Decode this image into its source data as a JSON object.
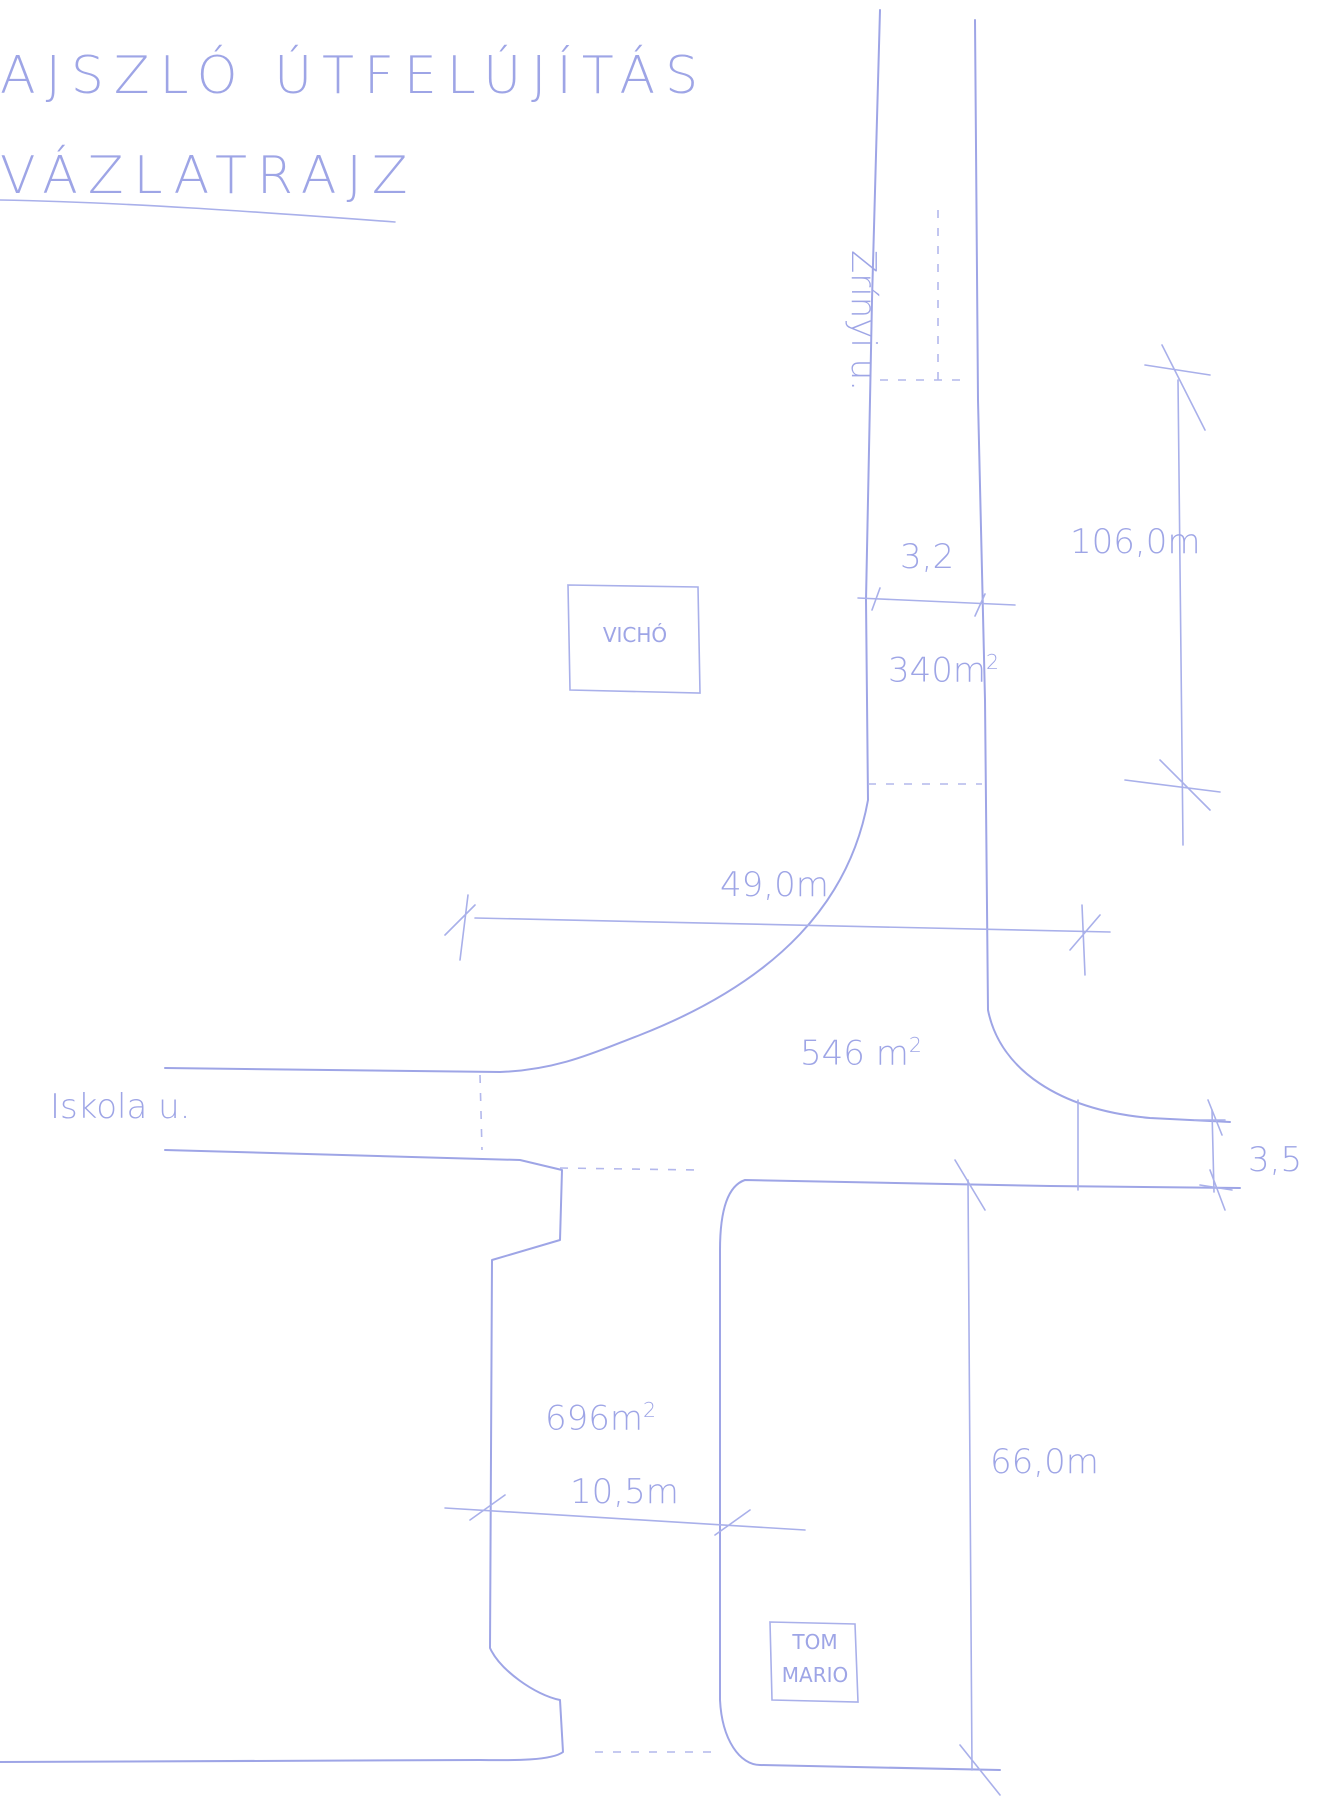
{
  "header": {
    "title_line1": "AJSZLÓ ÚTFELÚJÍTÁS",
    "title_line2": "VÁZLATRAJZ"
  },
  "streets": {
    "iskola": "Iskola u.",
    "vertical": "Zrínyi u."
  },
  "buildings": {
    "north": "VICHÓ",
    "south_line1": "TOM",
    "south_line2": "MARIO"
  },
  "dimensions": {
    "width_top": "3,2",
    "area_top_value": "340",
    "area_top_unit": "m",
    "area_top_exp": "2",
    "length_top": "106,0m",
    "length_cross": "49,0m",
    "area_center_value": "546",
    "area_center_unit": "m",
    "area_center_exp": "2",
    "width_right": "3,5",
    "area_bottom_value": "696",
    "area_bottom_unit": "m",
    "area_bottom_exp": "2",
    "width_bottom": "10,5m",
    "length_bottom": "66,0m"
  }
}
